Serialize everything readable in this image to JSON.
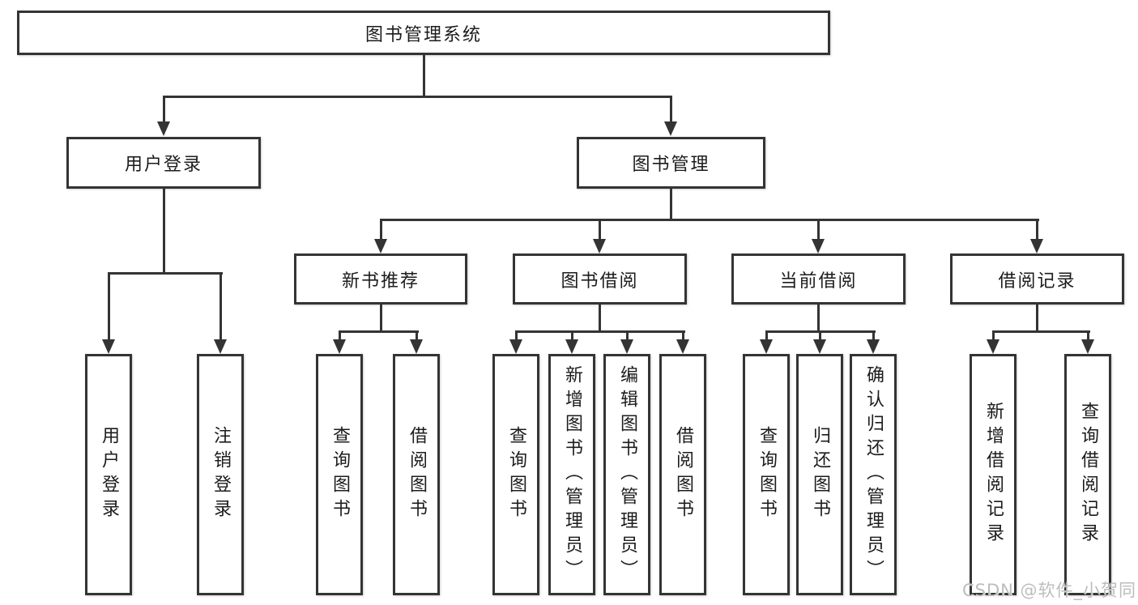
{
  "tree": {
    "root": {
      "label": "图书管理系统",
      "children": [
        {
          "label": "用户登录",
          "children": [
            {
              "label": "用户登录"
            },
            {
              "label": "注销登录"
            }
          ]
        },
        {
          "label": "图书管理",
          "children": [
            {
              "label": "新书推荐",
              "children": [
                {
                  "label": "查询图书"
                },
                {
                  "label": "借阅图书"
                }
              ]
            },
            {
              "label": "图书借阅",
              "children": [
                {
                  "label": "查询图书"
                },
                {
                  "label": "新增图书（管理员）"
                },
                {
                  "label": "编辑图书（管理员）"
                },
                {
                  "label": "借阅图书"
                }
              ]
            },
            {
              "label": "当前借阅",
              "children": [
                {
                  "label": "查询图书"
                },
                {
                  "label": "归还图书"
                },
                {
                  "label": "确认归还（管理员）"
                }
              ]
            },
            {
              "label": "借阅记录",
              "children": [
                {
                  "label": "新增借阅记录"
                },
                {
                  "label": "查询借阅记录"
                }
              ]
            }
          ]
        }
      ]
    },
    "colors": {
      "line": "#343434",
      "box_border": "#343434",
      "text": "#1c1c1c"
    }
  },
  "watermark": {
    "text": "CSDN @软件_小贺同学",
    "color": "#bdbdbd"
  }
}
